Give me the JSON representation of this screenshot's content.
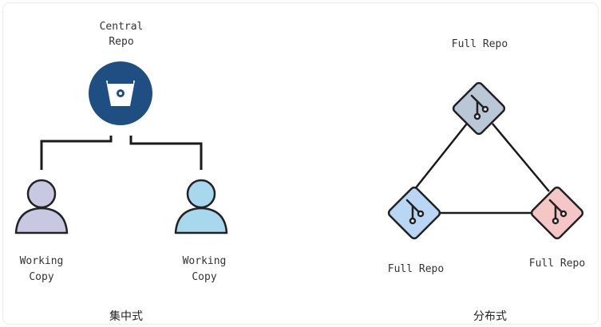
{
  "centralized": {
    "server_label_line1": "Central",
    "server_label_line2": "Repo",
    "server_icon": "bitbucket-icon",
    "client_left_label_line1": "Working",
    "client_left_label_line2": "Copy",
    "client_right_label_line1": "Working",
    "client_right_label_line2": "Copy",
    "client_left_color": "#c9c8e3",
    "client_right_color": "#a8d8ee",
    "caption": "集中式"
  },
  "distributed": {
    "top_label": "Full Repo",
    "left_label": "Full Repo",
    "right_label": "Full Repo",
    "node_icon": "git-branch-icon",
    "top_color": "#b9c7d6",
    "left_color": "#b9d7f5",
    "right_color": "#f5c6c6",
    "caption": "分布式"
  },
  "colors": {
    "server_fill": "#1f4f82",
    "line": "#1a1a1a"
  }
}
